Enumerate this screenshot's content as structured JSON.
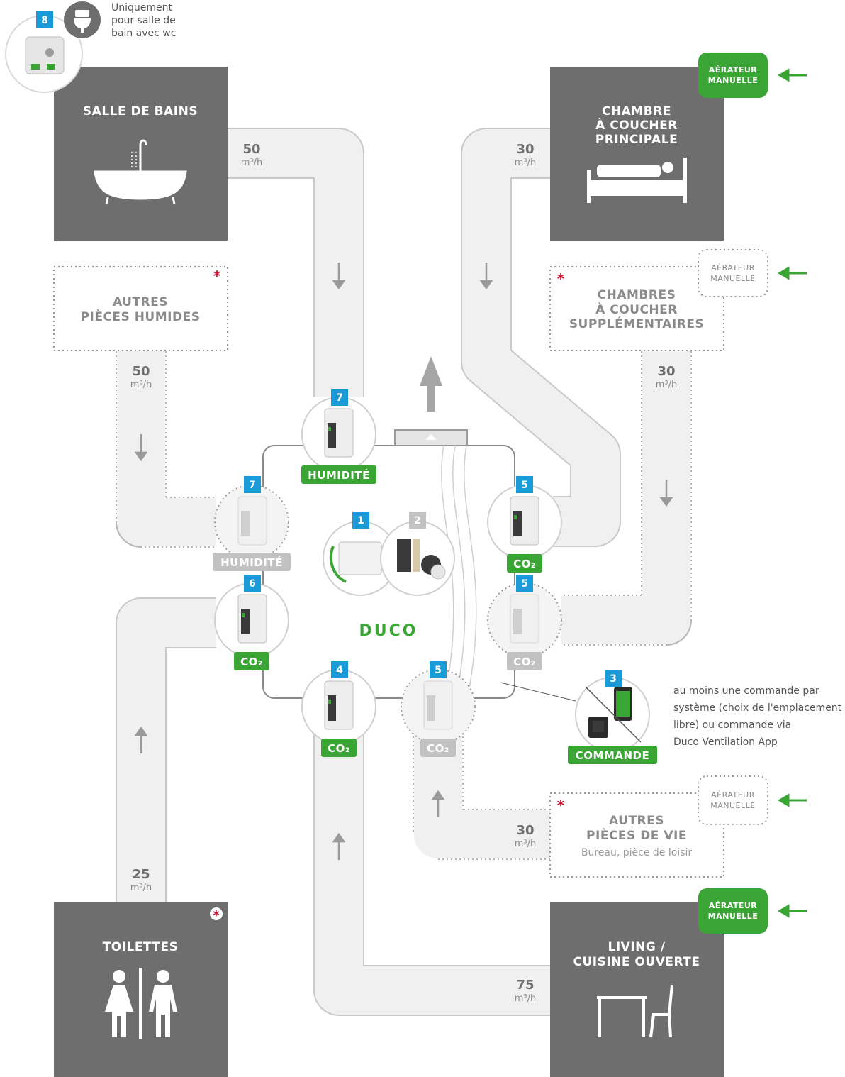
{
  "colors": {
    "room_dark": "#6e6e6e",
    "duct": "#f0f0f0",
    "duct_border": "#c9c9c9",
    "accent_green": "#3aa535",
    "badge_blue": "#1a9ad6",
    "dim_gray": "#c2c2c2",
    "star_red": "#c8102e"
  },
  "icons": {
    "bathtub": "bathtub-icon",
    "bed": "bed-icon",
    "toilet": "toilet-icon",
    "table_chair": "table-chair-icon",
    "arrow": "flow-arrow-icon",
    "exhaust": "exhaust-arrow-icon"
  },
  "rooms": {
    "bathroom": {
      "title": "SALLE DE BAINS"
    },
    "master_bedroom": {
      "title_lines": [
        "CHAMBRE",
        "À COUCHER",
        "PRINCIPALE"
      ]
    },
    "other_wet": {
      "title_lines": [
        "AUTRES",
        "PIÈCES HUMIDES"
      ]
    },
    "extra_bedrooms": {
      "title_lines": [
        "CHAMBRES",
        "À COUCHER",
        "SUPPLÉMENTAIRES"
      ]
    },
    "other_living": {
      "title_lines": [
        "AUTRES",
        "PIÈCES DE VIE"
      ],
      "subtitle": "Bureau, pièce de loisir"
    },
    "toilets": {
      "title": "TOILETTES"
    },
    "living": {
      "title_lines": [
        "LIVING /",
        "CUISINE OUVERTE"
      ]
    }
  },
  "flows": {
    "bathroom": {
      "value": "50",
      "unit": "m³/h"
    },
    "master_bedroom": {
      "value": "30",
      "unit": "m³/h"
    },
    "other_wet": {
      "value": "50",
      "unit": "m³/h"
    },
    "extra_bedrooms": {
      "value": "30",
      "unit": "m³/h"
    },
    "other_living": {
      "value": "30",
      "unit": "m³/h"
    },
    "toilets": {
      "value": "25",
      "unit": "m³/h"
    },
    "living": {
      "value": "75",
      "unit": "m³/h"
    }
  },
  "aerator": {
    "line1": "AÉRATEUR",
    "line2": "MANUELLE"
  },
  "note_wc": [
    "Uniquement",
    "pour salle de",
    "bain avec wc"
  ],
  "brand": "DUCO",
  "sensors": {
    "humidite": "HUMIDITÉ",
    "co2": "CO₂",
    "commande": "COMMANDE"
  },
  "badges": {
    "b1": "1",
    "b2": "2",
    "b3": "3",
    "b4": "4",
    "b5": "5",
    "b6": "6",
    "b7": "7",
    "b8": "8"
  },
  "side_note": [
    "au moins une commande par",
    "système (choix de l'emplacement",
    "libre) ou commande via",
    "Duco Ventilation App"
  ],
  "asterisk": "*"
}
